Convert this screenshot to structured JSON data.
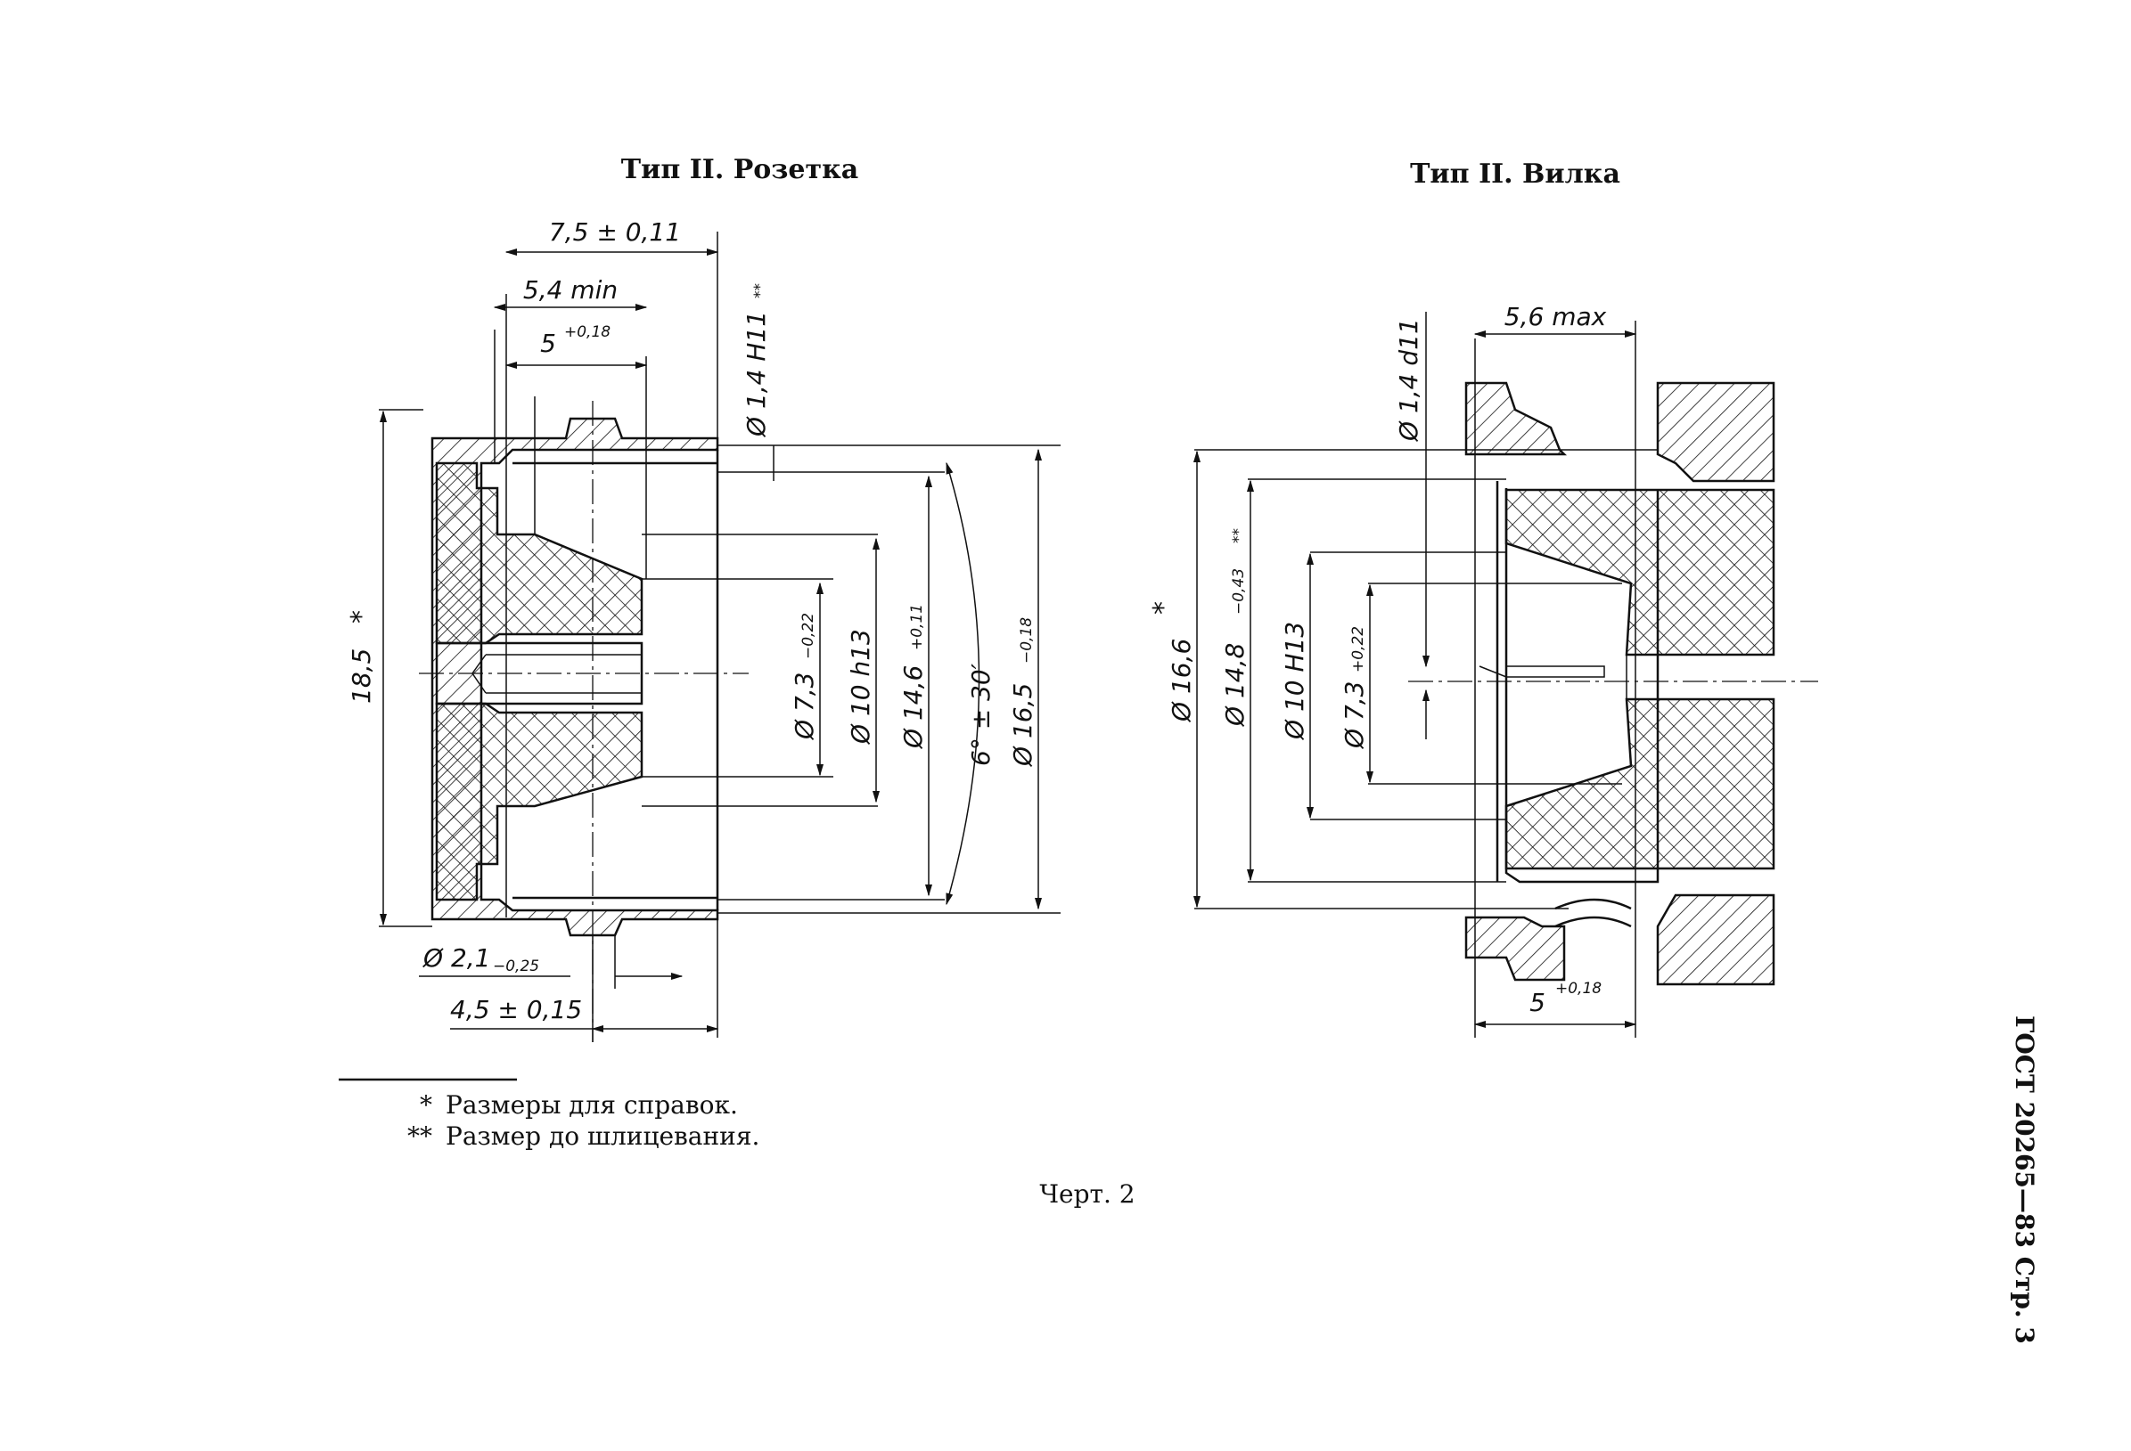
{
  "left_view": {
    "title": "Тип II. Розетка",
    "dims": {
      "d75": "7,5 ± 0,11",
      "d54": "5,4 min",
      "d5": "5",
      "d5_tol": "+0,18",
      "d14": "Ø 1,4 H11",
      "d14_mark": "**",
      "d185": "18,5",
      "d73": "Ø 7,3",
      "d73_tol": "−0,22",
      "d10": "Ø 10 h13",
      "d146": "Ø 14,6",
      "d146_tol": "+0,11",
      "angle": "6° ± 30′",
      "d165": "Ø 16,5",
      "d165_tol": "−0,18",
      "d21": "Ø 2,1",
      "d21_tol": "−0,25",
      "d45": "4,5 ± 0,15",
      "star": "*"
    }
  },
  "right_view": {
    "title": "Тип II. Вилка",
    "dims": {
      "d14": "Ø 1,4 d11",
      "d56": "5,6 max",
      "d166": "Ø 16,6",
      "d148": "Ø 14,8",
      "d148_tol": "−0,43",
      "d148_mark": "**",
      "d10": "Ø 10 H13",
      "d73": "Ø 7,3",
      "d73_tol": "+0,22",
      "d5": "5",
      "d5_tol": "+0,18",
      "star": "*"
    }
  },
  "footnotes": [
    {
      "mark": "*",
      "text": "Размеры для справок."
    },
    {
      "mark": "**",
      "text": "Размер до шлицевания."
    }
  ],
  "caption": "Черт. 2",
  "side_header": "ГОСТ 20265—83 Стр. 3"
}
